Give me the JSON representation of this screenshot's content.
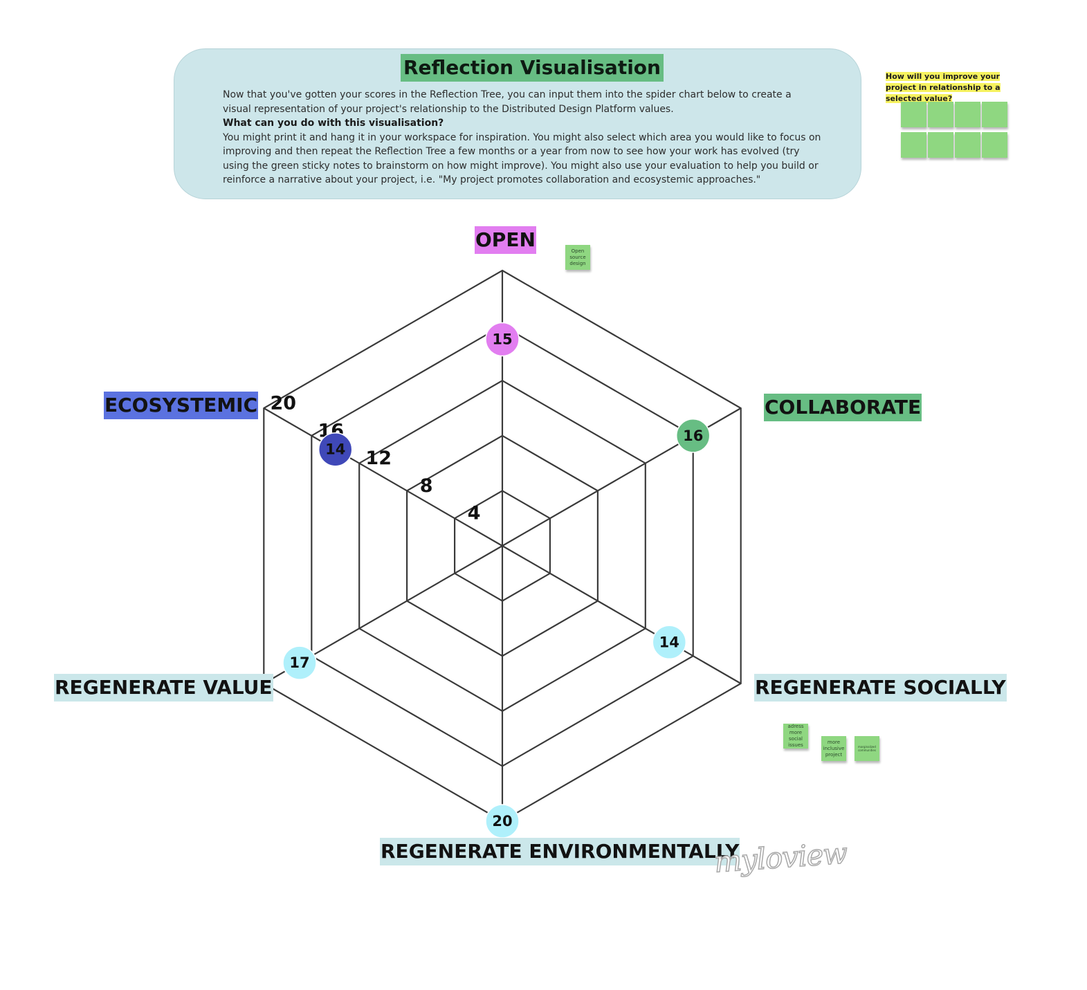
{
  "info_box": {
    "title": "Reflection Visualisation",
    "intro": "Now that you've gotten your scores in the Reflection Tree, you can input them into the spider chart below to create a visual representation of your project's relationship to the Distributed Design Platform values.",
    "question": "What can you do with this visualisation?",
    "body": "You might print it and hang it in your workspace for inspiration. You might also select which area you would like to focus on improving and then repeat the Reflection Tree a few months or a year from now to see how your work has evolved (try using the green sticky notes to brainstorm on how might improve). You might also use your evaluation to help you build or reinforce a narrative about your project, i.e. \"My project promotes collaboration and ecosystemic approaches.\""
  },
  "improve_prompt": {
    "text": "How will you improve your project in relationship to a selected value?"
  },
  "sticky_notes": {
    "open": "Open source design",
    "regen_social_1": "adress more social issues",
    "regen_social_2": "more inclusive project",
    "regen_social_3": "marginalized communities"
  },
  "chart_data": {
    "type": "radar",
    "axes": [
      "OPEN",
      "COLLABORATE",
      "REGENERATE SOCIALLY",
      "REGENERATE ENVIRONMENTALLY",
      "REGENERATE VALUE",
      "ECOSYSTEMIC"
    ],
    "values": [
      15,
      16,
      14,
      20,
      17,
      14
    ],
    "rlim": [
      0,
      20
    ],
    "ring_ticks": [
      4,
      8,
      12,
      16,
      20
    ],
    "tick_labels": [
      "4",
      "8",
      "12",
      "16",
      "20"
    ],
    "grid": true,
    "connecting_line": false,
    "axis_label_colors": [
      "#e27ef0",
      "#67bd83",
      "#cbe7ea",
      "#cbe7ea",
      "#cbe7ea",
      "#5b72e0"
    ],
    "point_colors": [
      "#e27ef0",
      "#67bd83",
      "#aff0fb",
      "#aff0fb",
      "#aff0fb",
      "#3f48b8"
    ]
  },
  "watermark": "myloview"
}
